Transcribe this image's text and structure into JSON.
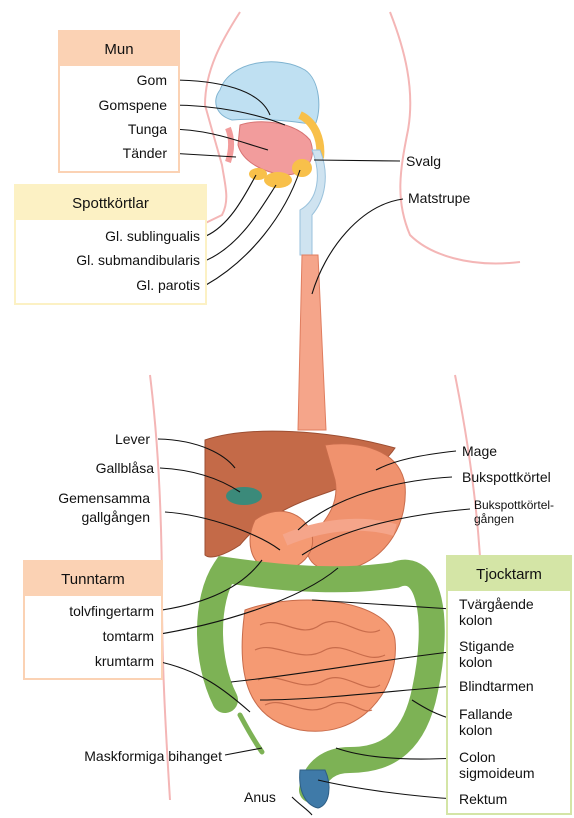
{
  "groups": {
    "mun": {
      "title": "Mun",
      "items": [
        "Gom",
        "Gomspene",
        "Tunga",
        "Tänder"
      ],
      "head_color": "#fbd2b4",
      "border_color": "#fbd2b4"
    },
    "spottkortlar": {
      "title": "Spottkörtlar",
      "items": [
        "Gl. sublingualis",
        "Gl. submandibularis",
        "Gl. parotis"
      ],
      "head_color": "#fcf1c4",
      "border_color": "#fcf1c4"
    },
    "tunntarm": {
      "title": "Tunntarm",
      "items": [
        "tolvfingertarm",
        "tomtarm",
        "krumtarm"
      ],
      "head_color": "#fbd2b4",
      "border_color": "#fbd2b4"
    },
    "tjocktarm": {
      "title": "Tjocktarm",
      "items": [
        "Tvärgående kolon",
        "Stigande kolon",
        "Blindtarmen",
        "Fallande kolon",
        "Colon sigmoideum",
        "Rektum"
      ],
      "head_color": "#d4e5a6",
      "border_color": "#d4e5a6"
    }
  },
  "labels": {
    "svalg": "Svalg",
    "matstrupe": "Matstrupe",
    "lever": "Lever",
    "gallblasa": "Gallblåsa",
    "gemensamma_line1": "Gemensamma",
    "gemensamma_line2": "gallgången",
    "mage": "Mage",
    "bukspottkortel": "Bukspottkörtel",
    "bukspottkortelgangen_line1": "Bukspottkörtel-",
    "bukspottkortelgangen_line2": "gången",
    "maskformiga": "Maskformiga bihanget",
    "anus": "Anus"
  },
  "colors": {
    "body_outline": "#f4b6b6",
    "liver": "#c46a48",
    "stomach": "#f0926e",
    "esophagus": "#f5a58a",
    "colon": "#7db255",
    "small_intestine": "#f59a73",
    "rectum": "#3f7aa8",
    "gallbladder": "#3b8a7a",
    "tongue": "#f29c9c",
    "gum": "#bfe0f2",
    "saliva_gland": "#f8c04a",
    "leader": "#111111"
  }
}
